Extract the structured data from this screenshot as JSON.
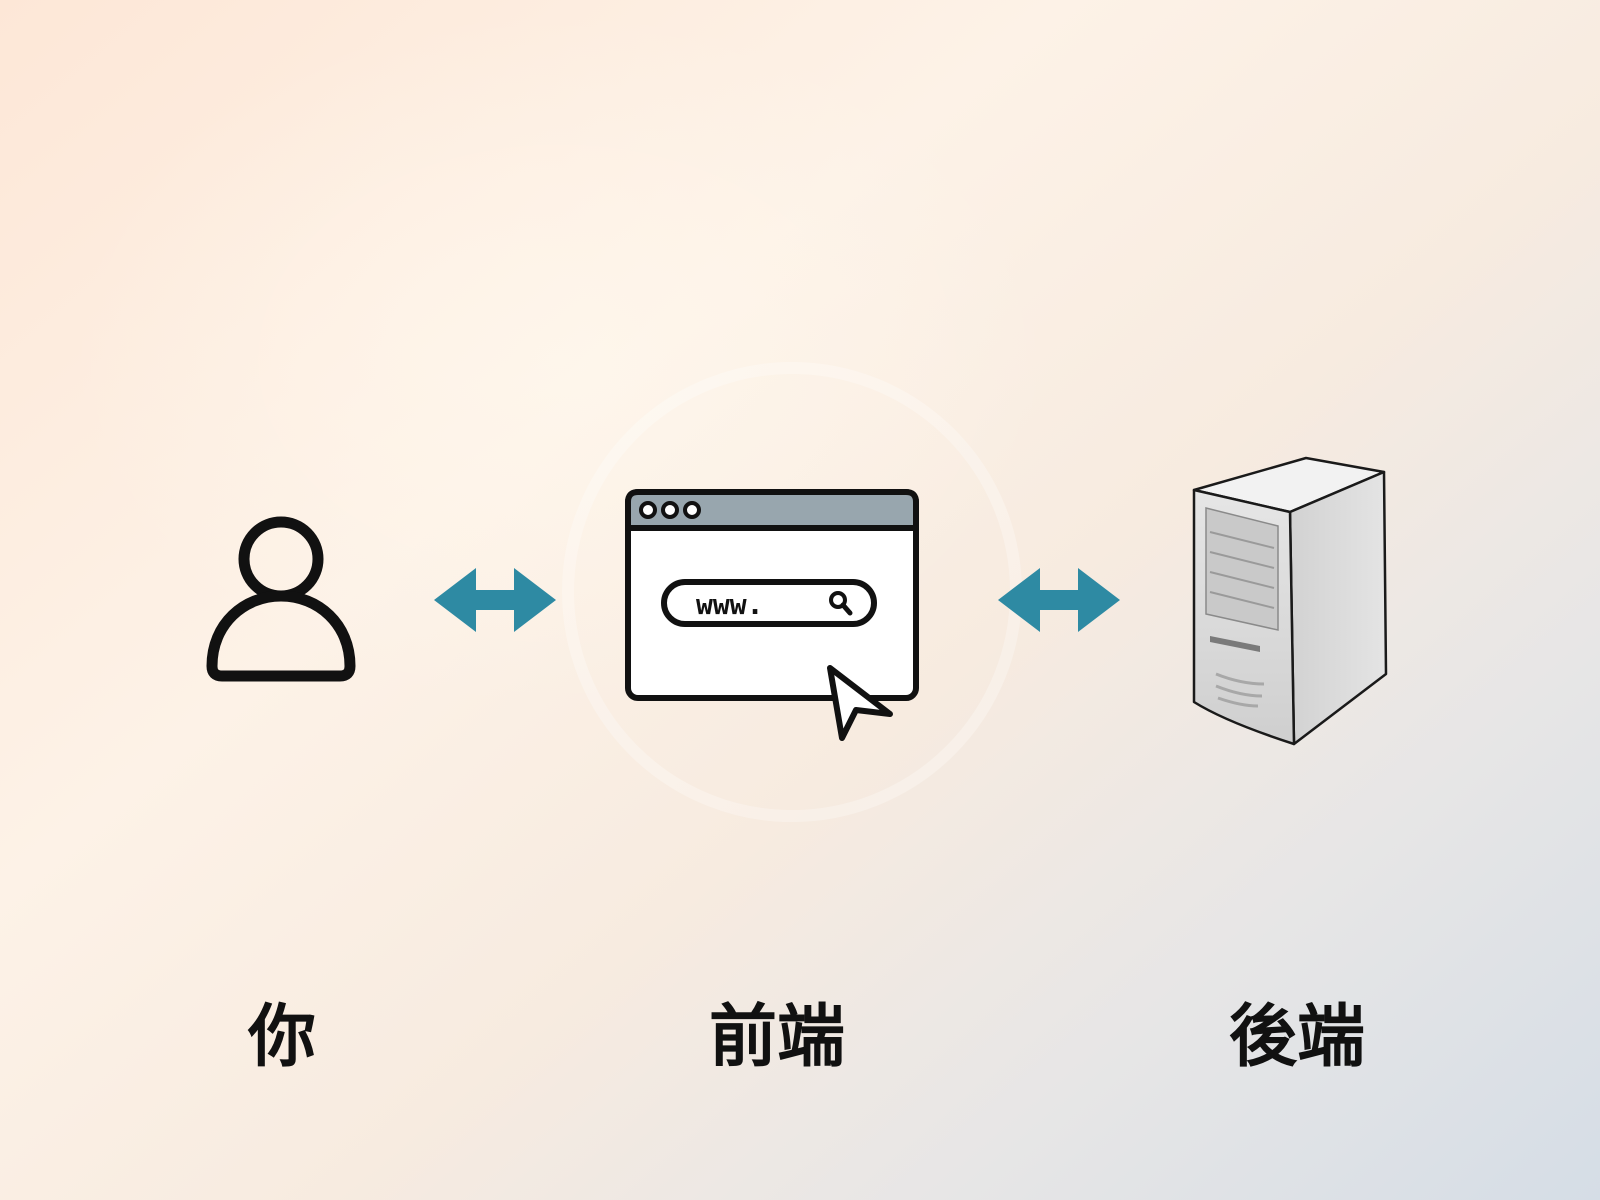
{
  "diagram": {
    "nodes": [
      {
        "id": "you",
        "label": "你",
        "icon": "user-icon"
      },
      {
        "id": "frontend",
        "label": "前端",
        "icon": "browser-window-icon"
      },
      {
        "id": "backend",
        "label": "後端",
        "icon": "server-tower-icon"
      }
    ],
    "edges": [
      {
        "from": "you",
        "to": "frontend",
        "direction": "bidirectional"
      },
      {
        "from": "frontend",
        "to": "backend",
        "direction": "bidirectional"
      }
    ],
    "highlighted_node": "frontend",
    "browser": {
      "url_text": "www."
    }
  },
  "colors": {
    "arrow": "#2e8aa3",
    "outline": "#111111",
    "browser_titlebar": "#98a6ae",
    "server_body": "#d8d8d8"
  }
}
